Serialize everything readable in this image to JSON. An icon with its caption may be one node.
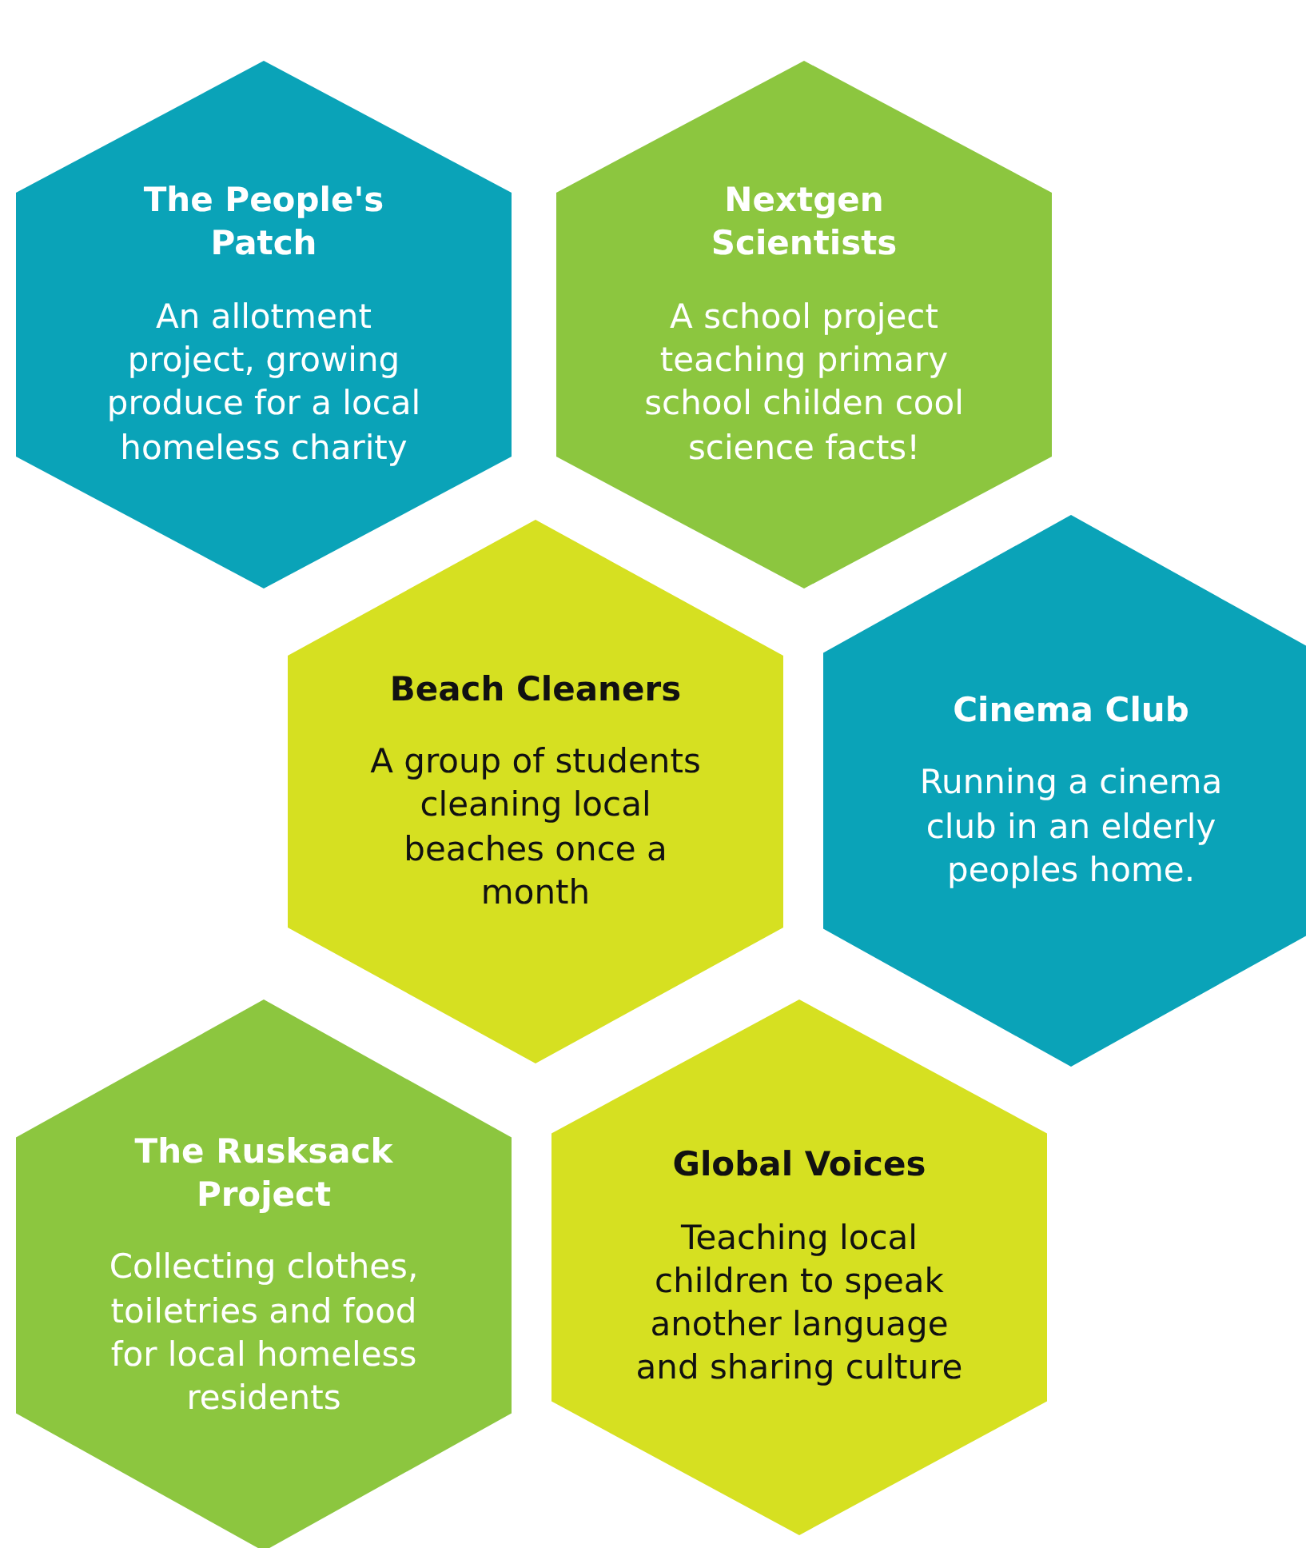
{
  "diagram": {
    "nodes": [
      {
        "text": [
          "The People's Patch",
          "An allotment project, growing produce for a local homeless charity"
        ]
      },
      {
        "text": [
          "Nextgen Scientists",
          "A school project teaching primary school childen cool science facts!"
        ]
      },
      {
        "text": [
          "Beach Cleaners",
          "A group of students cleaning local beaches once a month"
        ]
      },
      {
        "text": [
          "Cinema Club",
          "Running a cinema club in an elderly peoples home."
        ]
      },
      {
        "text": [
          "The Rusksack Project",
          "Collecting clothes, toiletries and food for local homeless residents"
        ]
      },
      {
        "text": [
          "Global Voices",
          "Teaching local children to speak another language and sharing culture"
        ]
      }
    ]
  }
}
